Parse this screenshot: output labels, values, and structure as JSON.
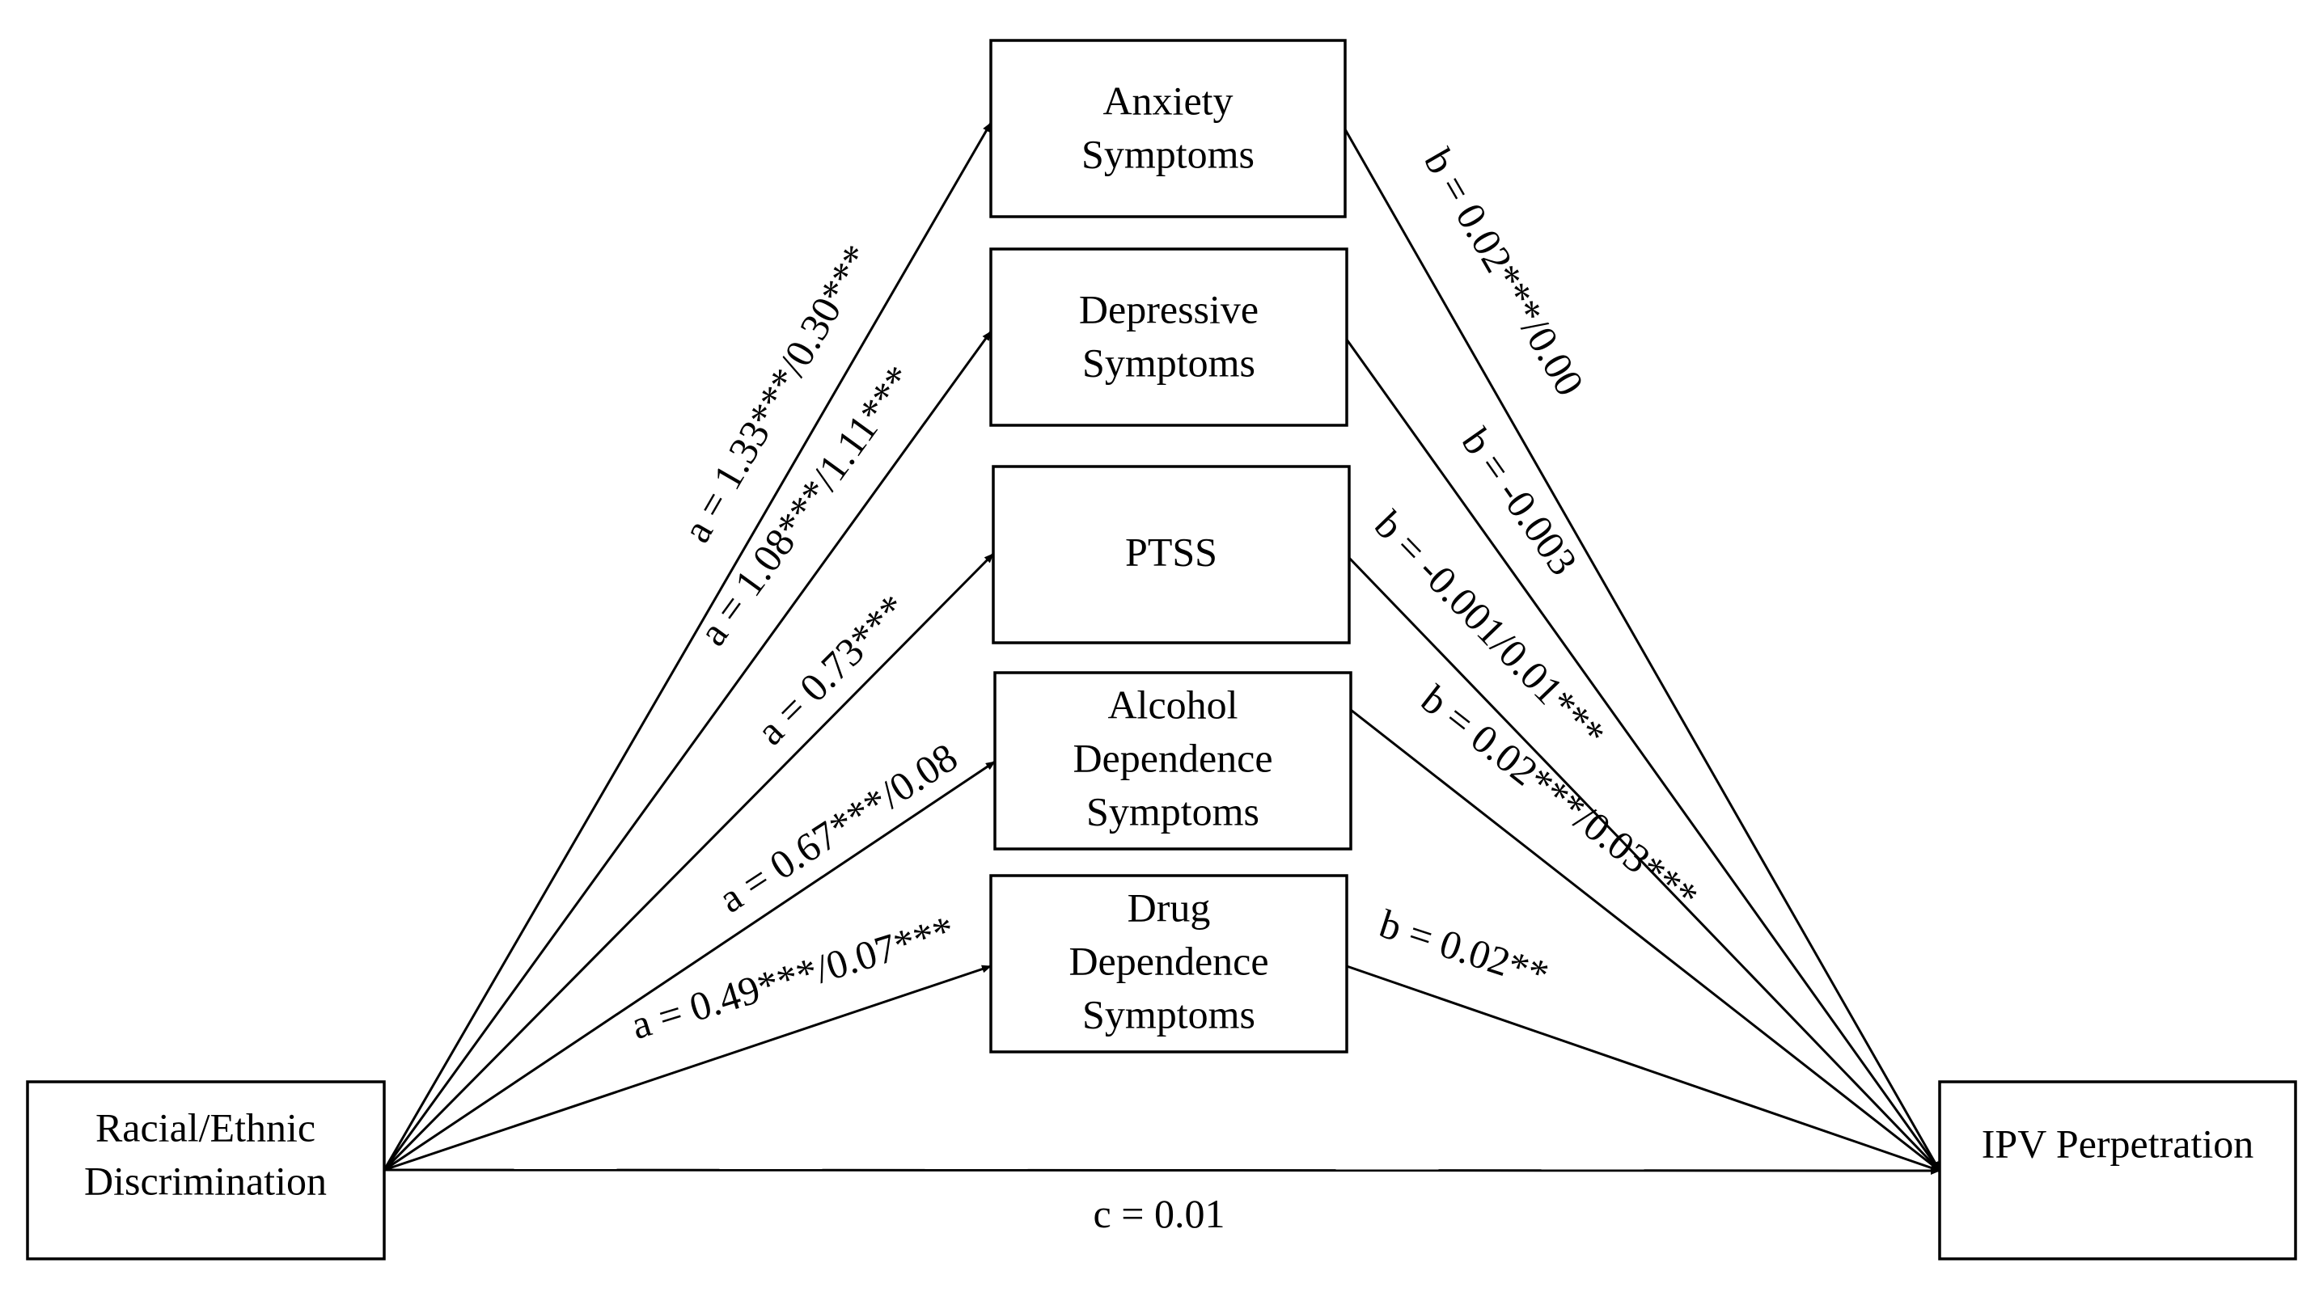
{
  "nodes": {
    "racial_ethnic_discrimination": {
      "lines": [
        "Racial/Ethnic",
        "Discrimination"
      ]
    },
    "anxiety_symptoms": {
      "lines": [
        "Anxiety",
        "Symptoms"
      ]
    },
    "depressive_symptoms": {
      "lines": [
        "Depressive",
        "Symptoms"
      ]
    },
    "ptss": {
      "lines": [
        "PTSS"
      ]
    },
    "alcohol_dependence_symptoms": {
      "lines": [
        "Alcohol",
        "Dependence",
        "Symptoms"
      ]
    },
    "drug_dependence_symptoms": {
      "lines": [
        "Drug",
        "Dependence",
        "Symptoms"
      ]
    },
    "ipv_perpetration": {
      "lines": [
        "IPV Perpetration"
      ]
    }
  },
  "paths": {
    "a_anxiety": "a = 1.33***/0.30***",
    "a_depressive": "a = 1.08***/1.11***",
    "a_ptss": "a = 0.73***",
    "a_alcohol": "a = 0.67***/0.08",
    "a_drug": "a = 0.49***/0.07***",
    "b_anxiety": "b = 0.02***/0.00",
    "b_depressive": "b = -0.003",
    "b_ptss": "b = -0.001/0.01***",
    "b_alcohol": "b = 0.02***/0.03***",
    "b_drug": "b = 0.02**",
    "c_direct": "c = 0.01"
  }
}
